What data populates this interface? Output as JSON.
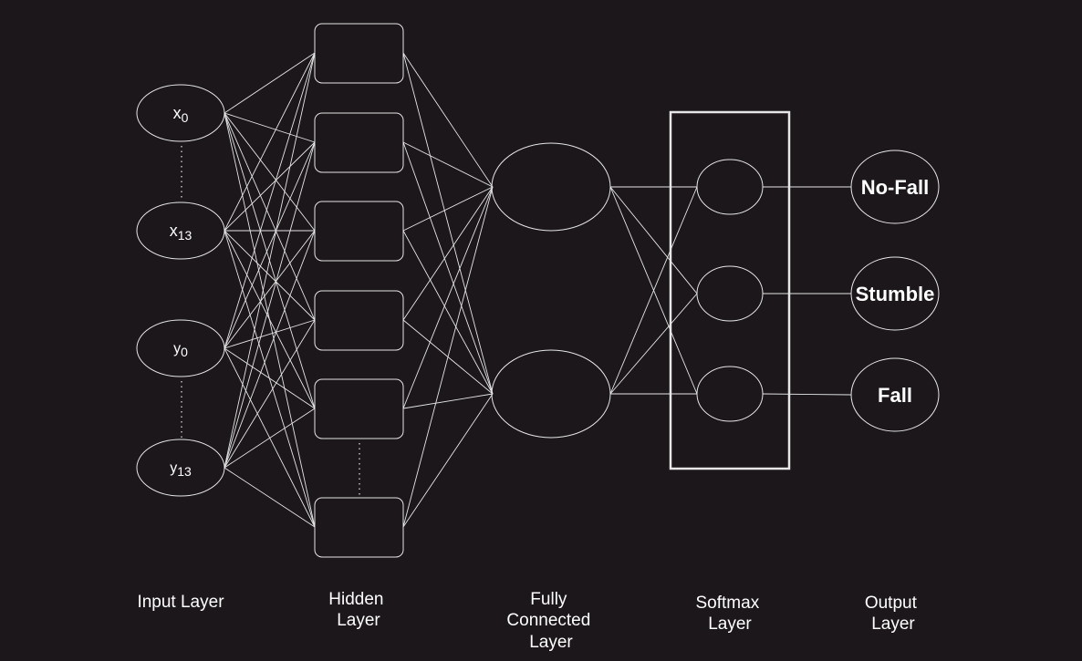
{
  "colors": {
    "background": "#1c171b",
    "stroke": "#e6e6e6",
    "text": "#ffffff"
  },
  "input_nodes": [
    {
      "base": "x",
      "sub": "0"
    },
    {
      "base": "x",
      "sub": "13"
    },
    {
      "base": "y",
      "sub": "0"
    },
    {
      "base": "y",
      "sub": "13"
    }
  ],
  "outputs": [
    "No-Fall",
    "Stumble",
    "Fall"
  ],
  "labels": {
    "input": [
      "Input Layer"
    ],
    "hidden": [
      "Hidden",
      "Layer"
    ],
    "fc": [
      "Fully",
      "Connected",
      "Layer"
    ],
    "softmax": [
      "Softmax",
      "Layer"
    ],
    "output": [
      "Output",
      "Layer"
    ]
  }
}
